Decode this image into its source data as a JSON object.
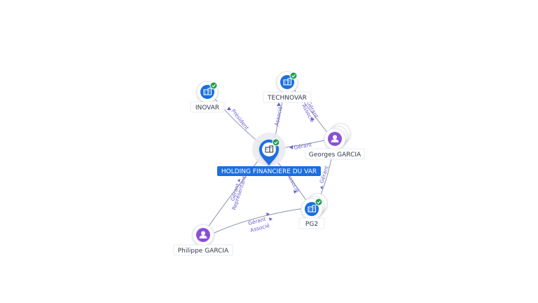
{
  "nodes": {
    "holding": {
      "label": "HOLDING FINANCIERE DU VAR",
      "kind": "company",
      "verified": true,
      "main": true
    },
    "inovar": {
      "label": "INOVAR",
      "kind": "company",
      "verified": true
    },
    "technovar": {
      "label": "TECHNOVAR",
      "kind": "company",
      "verified": true
    },
    "georges": {
      "label": "Georges GARCIA",
      "kind": "person"
    },
    "pg2": {
      "label": "PG2",
      "kind": "company",
      "verified": true
    },
    "philippe": {
      "label": "Philippe GARCIA",
      "kind": "person"
    }
  },
  "edges": {
    "holding_inovar": "Président",
    "holding_technovar": "Associé",
    "georges_technovar_1": "Gérant",
    "georges_technovar_2": "Associé",
    "georges_holding": "Gérant",
    "georges_pg2": "Gérant",
    "holding_pg2": "Associé",
    "philippe_holding_1": "Gérant",
    "philippe_holding_2": "Représentant",
    "philippe_pg2_1": "Gérant",
    "philippe_pg2_2": "Associé"
  },
  "colors": {
    "company": "#1a6fe0",
    "person": "#8a4fd8",
    "verified": "#1f9d55",
    "edge_label": "#6b5fd0"
  },
  "icons": {
    "company": "building-icon",
    "person": "person-icon",
    "verified": "check-icon"
  }
}
